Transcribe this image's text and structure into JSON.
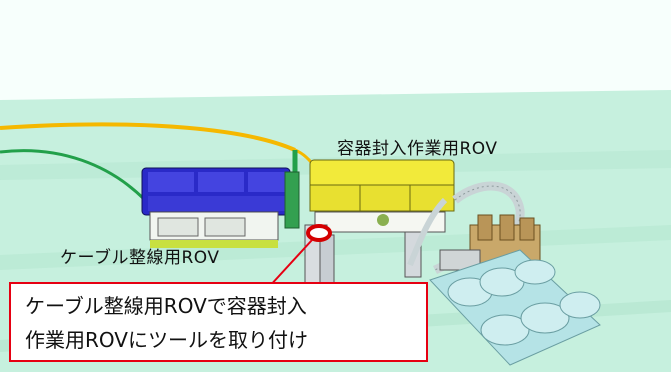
{
  "labels": {
    "top_rov": "容器封入作業用ROV",
    "left_rov": "ケーブル整線用ROV"
  },
  "callout": {
    "line1": "ケーブル整線用ROVで容器封入",
    "line2": "作業用ROVにツールを取り付け"
  },
  "colors": {
    "floor": "#c6f0de",
    "cable_yellow": "#f5b800",
    "cable_green": "#22a04a",
    "rov_left_body": "#2a2ac8",
    "rov_top_body": "#f2ea3a",
    "callout_border": "#e60012",
    "tool_ring": "#d40000",
    "drums": "#b5e3e6"
  }
}
